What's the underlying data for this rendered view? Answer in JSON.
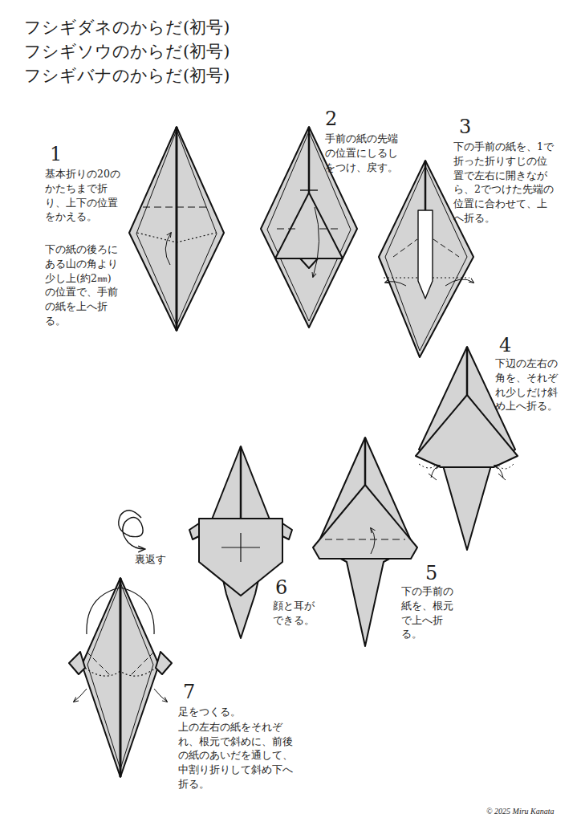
{
  "diagram": {
    "labels": [
      "フシギダネのからだ(初号)",
      "フシギソウのからだ(初号)",
      "フシギバナのからだ(初号)",
      "1",
      "基本折りの20のかたちまで折り、上下の位置をかえる。",
      "下の紙の後ろにある山の角より少し上(約2㎜)の位置で、手前の紙を上へ折る。",
      "2",
      "手前の紙の先端の位置にしるしをつけ、戻す。",
      "3",
      "下の手前の紙を、1で折った折りすじの位置で左右に開きながら、2でつけた先端の位置に合わせて、上へ折る。",
      "4",
      "下辺の左右の角を、それぞれ少しだけ斜め上へ折る。",
      "5",
      "下の手前の紙を、根元で上へ折る。",
      "6",
      "顔と耳ができる。",
      "裏返す",
      "7",
      "足をつくる。",
      "上の左右の紙をそれぞれ、根元で斜めに、前後の紙のあいだを通して、中割り折りして斜め下へ折る。",
      "© 2025 Miru Kanata"
    ]
  }
}
